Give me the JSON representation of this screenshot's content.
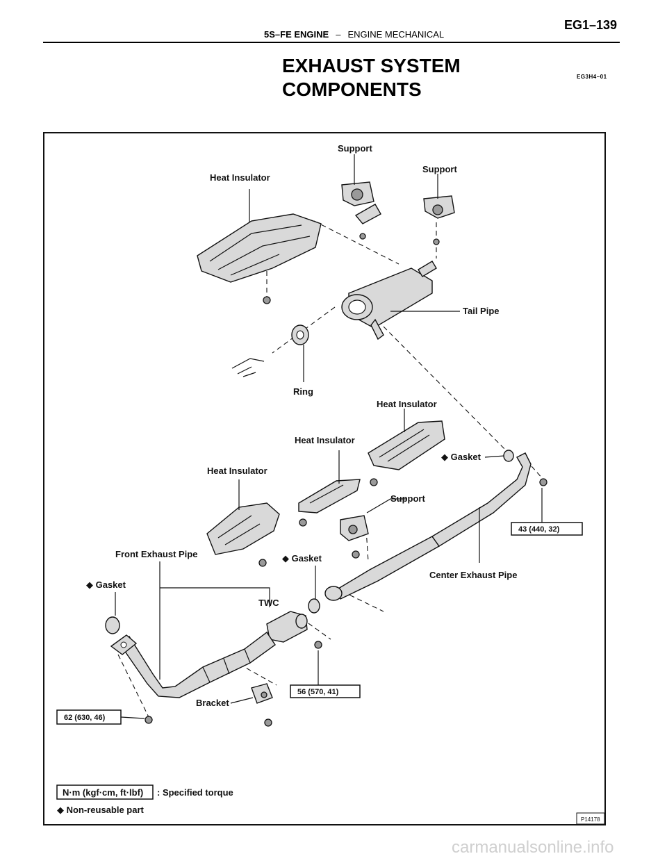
{
  "header": {
    "section_bold": "5S–FE ENGINE",
    "separator": "–",
    "section": "ENGINE MECHANICAL",
    "page_number": "EG1–139"
  },
  "title": {
    "line1": "EXHAUST SYSTEM",
    "line2": "COMPONENTS"
  },
  "doc_code": "EG3H4–01",
  "diagram": {
    "labels": {
      "support_top": "Support",
      "support_right": "Support",
      "heat_insulator_rear": "Heat Insulator",
      "tail_pipe": "Tail Pipe",
      "ring": "Ring",
      "heat_insulator_center": "Heat Insulator",
      "heat_insulator_mid": "Heat Insulator",
      "gasket_rear": "Gasket",
      "heat_insulator_front": "Heat Insulator",
      "support_mid": "Support",
      "front_exhaust_pipe": "Front Exhaust Pipe",
      "gasket_mid": "Gasket",
      "center_exhaust_pipe": "Center Exhaust Pipe",
      "gasket_front": "Gasket",
      "twc": "TWC",
      "bracket": "Bracket"
    },
    "torque": {
      "rear": "43 (440, 32)",
      "twc": "56 (570, 41)",
      "front": "62 (630, 46)"
    },
    "legend": {
      "unit_box": "N·m (kgf·cm, ft·lbf)",
      "unit_text": ": Specified torque",
      "nonreusable": "Non-reusable part"
    },
    "figure_code": "P14178"
  },
  "footer": "carmanualsonline.info"
}
